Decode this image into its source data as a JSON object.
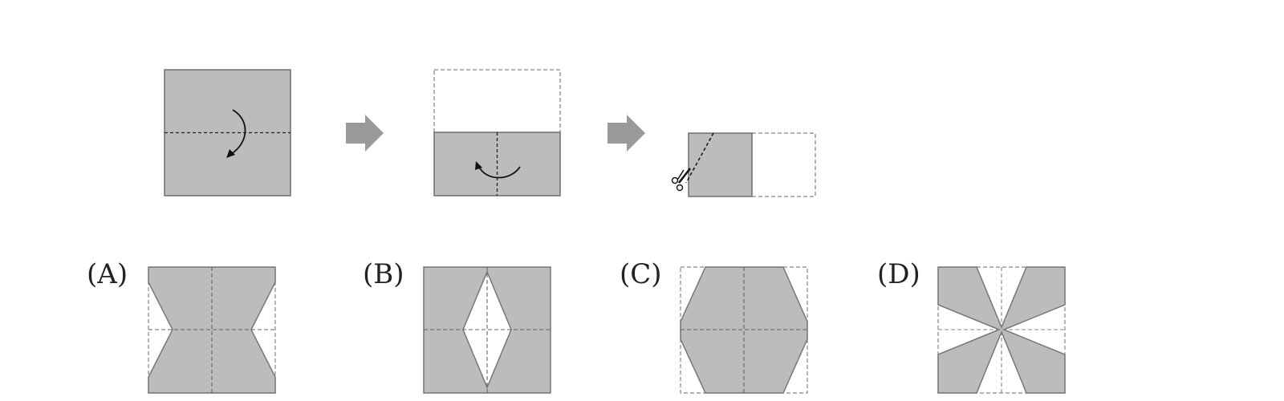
{
  "colors": {
    "paper_fill": "#bcbcbc",
    "paper_stroke": "#6e6e6e",
    "fold_line": "#222222",
    "dashed_outline": "#888888",
    "arrow_fill": "#9a9a9a",
    "background": "#ffffff"
  },
  "steps": [
    {
      "name": "step-1-fold-top-down",
      "icons": [
        "curved-fold-arrow-icon"
      ]
    },
    {
      "name": "step-2-fold-right-to-left",
      "icons": [
        "curved-fold-arrow-icon"
      ]
    },
    {
      "name": "step-3-cut-corner",
      "icons": [
        "scissors-icon"
      ]
    }
  ],
  "between_step_icons": [
    "right-arrow-icon",
    "right-arrow-icon"
  ],
  "options": [
    {
      "label": "(A)"
    },
    {
      "label": "(B)"
    },
    {
      "label": "(C)"
    },
    {
      "label": "(D)"
    }
  ]
}
